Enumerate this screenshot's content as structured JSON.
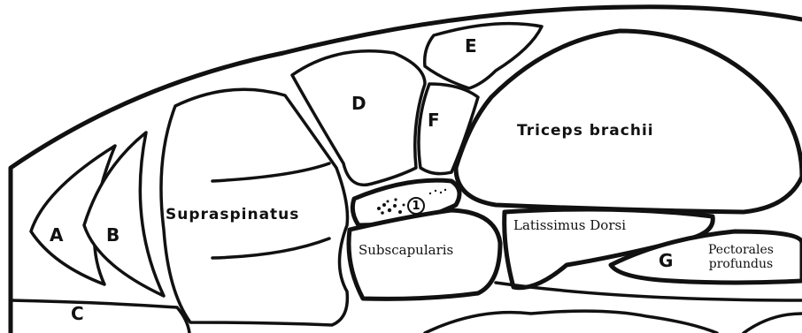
{
  "labels": {
    "a": "A",
    "b": "B",
    "c": "C",
    "d": "D",
    "e": "E",
    "f": "F",
    "g": "G",
    "triceps": "Triceps brachii",
    "supraspinatus": "Supraspinatus",
    "subscapularis": "Subscapularis",
    "latissimus": "Latissimus Dorsi",
    "pectorales_line1": "Pectorales",
    "pectorales_line2": "profundus",
    "marker": "1"
  },
  "colors": {
    "stroke": "#111111",
    "background": "#ffffff"
  }
}
